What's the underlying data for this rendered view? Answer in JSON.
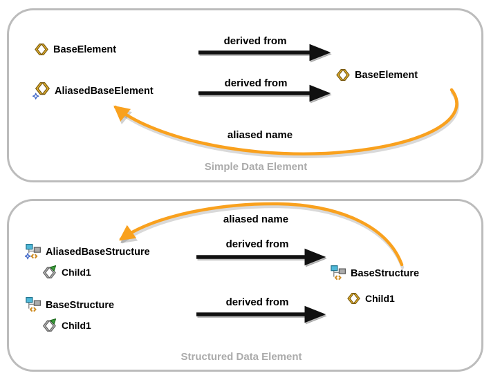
{
  "simple_section": {
    "title": "Simple Data Element",
    "base_element": "BaseElement",
    "aliased_base_element": "AliasedBaseElement",
    "derived_base_element": "BaseElement",
    "arrow1_label": "derived from",
    "arrow2_label": "derived from",
    "aliased_arrow_label": "aliased name"
  },
  "structured_section": {
    "title": "Structured Data Element",
    "aliased_base_structure": "AliasedBaseStructure",
    "aliased_child": "Child1",
    "base_structure": "BaseStructure",
    "base_child": "Child1",
    "derived_base_structure": "BaseStructure",
    "derived_child": "Child1",
    "arrow1_label": "derived from",
    "arrow2_label": "derived from",
    "aliased_arrow_label": "aliased name"
  },
  "icons": {
    "element": "gold-angle-brackets",
    "aliased_element": "gold-angle-brackets-with-blue-sparkle",
    "structure": "tree-structure-teal-gray-squares-orange-brackets",
    "aliased_structure": "tree-structure-with-blue-sparkle",
    "inherited_child": "gray-angle-brackets-green-arrow"
  },
  "colors": {
    "arrow_black": "#111111",
    "alias_orange": "#F9A11E",
    "box_border": "#BCBCBC",
    "section_label_gray": "#ABABAB",
    "icon_gold": "#E8B62E",
    "icon_teal": "#4FB8D8",
    "icon_gray": "#ACACAC",
    "icon_green": "#3C9B3C",
    "sparkle_blue": "#7B9CE0"
  }
}
